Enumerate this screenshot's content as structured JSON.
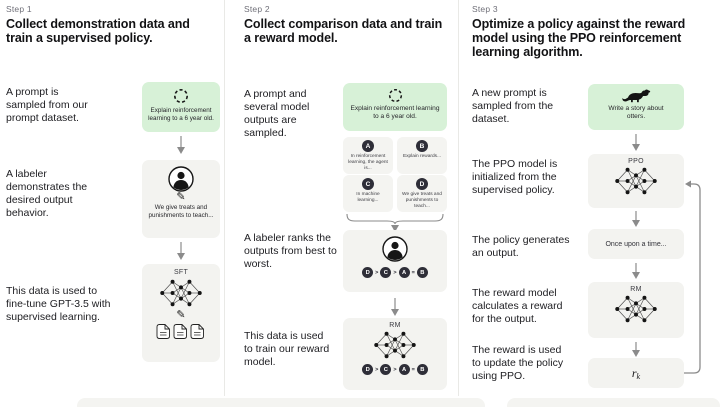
{
  "colors": {
    "prompt_box_bg": "#d7f1d7",
    "figure_box_bg": "#f3f3f0",
    "rank_circle_bg": "#2e2e38",
    "heading_text": "#121214",
    "body_text": "#1d1d21",
    "step_label_text": "#6f6f78",
    "arrow": "#8b8b8b"
  },
  "icons": {
    "prompt_sampling": "circular-refresh-arrows-icon",
    "labeler": "person-in-circle-icon",
    "annotation": "pencil-icon",
    "model": "neural-network-icon",
    "demonstration_data": "stacked-documents-icon",
    "otter_prompt": "otter-silhouette-icon",
    "flow": "down-arrow-icon",
    "grouping": "curly-brace-connector",
    "feedback": "loop-arrow"
  },
  "step1": {
    "label": "Step 1",
    "heading": "Collect demonstration data and train a supervised policy.",
    "row1_text": "A prompt is sampled from our prompt dataset.",
    "prompt_caption": "Explain reinforcement learning to a 6 year old.",
    "row2_text": "A labeler demonstrates the desired output behavior.",
    "labeler_caption": "We give treats and punishments to teach...",
    "row3_text": "This data is used to fine-tune GPT-3.5 with supervised learning.",
    "model_label": "SFT"
  },
  "step2": {
    "label": "Step 2",
    "heading": "Collect comparison data and train a reward model.",
    "row1_text": "A prompt and several model outputs are sampled.",
    "prompt_caption": "Explain reinforcement learning to a 6 year old.",
    "outputs": [
      {
        "id": "A",
        "text": "In reinforcement learning, the agent is..."
      },
      {
        "id": "B",
        "text": "Explain rewards..."
      },
      {
        "id": "C",
        "text": "In machine learning..."
      },
      {
        "id": "D",
        "text": "We give treats and punishments to teach..."
      }
    ],
    "row2_text": "A labeler ranks the outputs from best to worst.",
    "ranking": [
      "D",
      ">",
      "C",
      ">",
      "A",
      "=",
      "B"
    ],
    "row3_text": "This data is used to train our reward model.",
    "model_label": "RM"
  },
  "step3": {
    "label": "Step 3",
    "heading": "Optimize a policy against the reward model using the PPO reinforcement learning algorithm.",
    "row1_text": "A new prompt is sampled from the dataset.",
    "prompt_caption": "Write a story about otters.",
    "row2_text": "The PPO model is initialized from the supervised policy.",
    "ppo_label": "PPO",
    "row3_text": "The policy generates an output.",
    "output_caption": "Once upon a time...",
    "row4_text": "The reward model calculates a reward for the output.",
    "rm_label": "RM",
    "row5_text": "The reward is used to update the policy using PPO.",
    "reward_symbol": "r",
    "reward_subscript": "k"
  }
}
